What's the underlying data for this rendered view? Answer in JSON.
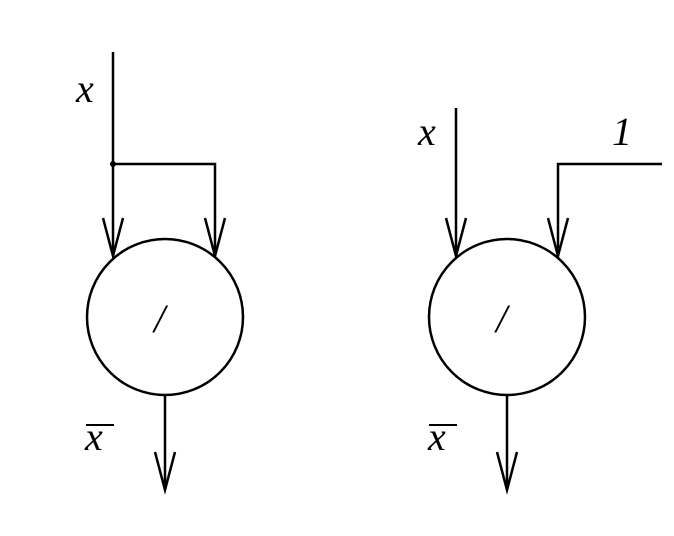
{
  "left_gate": {
    "input_label": "x",
    "operator": "/",
    "output_label": "x",
    "output_overlined": true
  },
  "right_gate": {
    "input_label": "x",
    "constant_label": "1",
    "operator": "/",
    "output_label": "x",
    "output_overlined": true
  },
  "colors": {
    "stroke": "#000000",
    "background": "#ffffff"
  }
}
